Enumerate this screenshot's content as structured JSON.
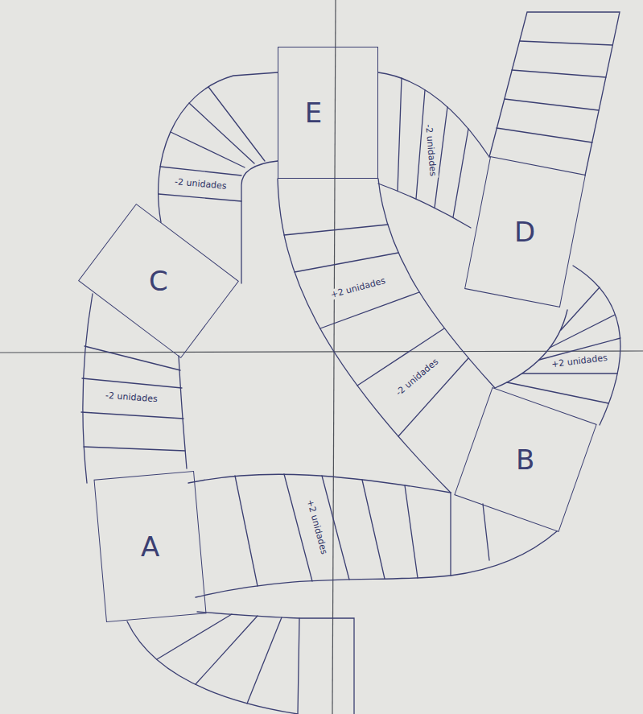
{
  "diagram": {
    "nodes": [
      {
        "text": [
          "E"
        ]
      },
      {
        "text": [
          "D"
        ]
      },
      {
        "text": [
          "C"
        ]
      },
      {
        "text": [
          "B"
        ]
      },
      {
        "text": [
          "A"
        ]
      }
    ],
    "labels": [
      "-2 unidades",
      "-2 unidades",
      "+2 unidades",
      "+2 unidades",
      "-2 unidades",
      "-2 unidades",
      "+2 unidades"
    ]
  }
}
